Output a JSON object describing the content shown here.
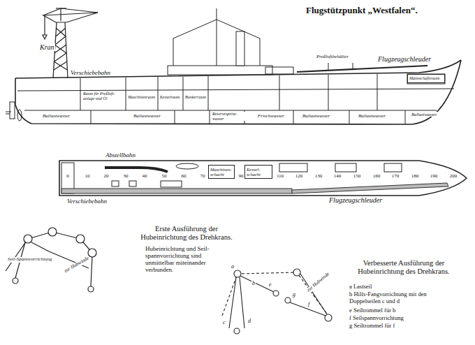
{
  "diagram": {
    "title": "Flugstützpunkt „Westfalen“.",
    "nodes": [
      {
        "text": [
          "Mannschaftsraum"
        ]
      },
      {
        "text": [
          "Maschinen-schacht"
        ]
      },
      {
        "text": [
          "Kessel-schacht"
        ]
      }
    ],
    "labels": [
      "Kran",
      "Verschiebebahn",
      "Preßluftbehälter",
      "Flugzeugschleuder",
      "Raum für Preßluft-anlage und Öl",
      "Maschinenraum",
      "Kesselraum",
      "Bunkerraum",
      "Ballastwasser",
      "Ballastwasser",
      "Reservespeise-wasser",
      "Frischwasser",
      "Ballastwasser",
      "Ballastwasser",
      "Ballastwasser",
      "Abstellbahn",
      "0",
      "10",
      "20",
      "30",
      "40",
      "50",
      "60",
      "70",
      "90",
      "110",
      "120",
      "130",
      "140",
      "150",
      "160",
      "170",
      "180",
      "190",
      "200",
      "Verschiebebahn",
      "Flugzeugschleuder",
      "Seil-Spannvorrichtung",
      "zur Hubwinde",
      "Erste Ausführung der Hubeinrichtung des Drehkrans.",
      "Hubeinrichtung und Seil-spannvorrichtung sind unmittelbar miteinander verbunden.",
      "Verbesserte Ausführung der Hubeinrichtung des Drehkrans.",
      "a Lastseil",
      "b Hilfs-Fangvorrichtung mit den Doppelseilen c und d",
      "e Seiltrommel für b",
      "f Seilspannvorrichtung",
      "g Seiltrommel für f",
      "a",
      "b",
      "c",
      "d",
      "e",
      "g",
      "f",
      "zur Hubwinde"
    ]
  }
}
